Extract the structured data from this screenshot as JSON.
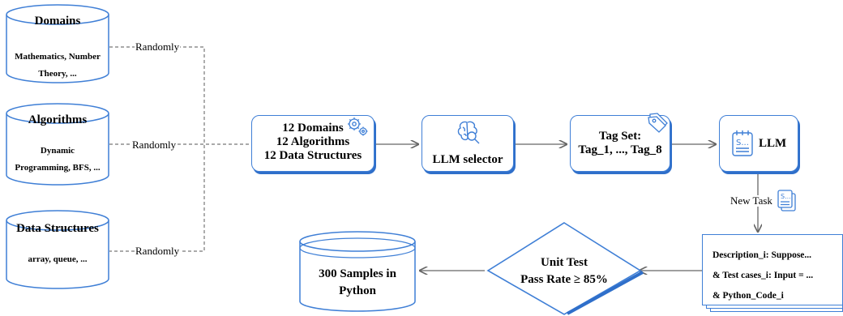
{
  "sources": [
    {
      "title": "Domains",
      "items": [
        "Mathematics, Number",
        "Theory, ..."
      ],
      "edge_label": "Randomly"
    },
    {
      "title": "Algorithms",
      "items": [
        "Dynamic",
        "Programming,  BFS, ..."
      ],
      "edge_label": "Randomly"
    },
    {
      "title": "Data Structures",
      "items": [
        "array, queue, ..."
      ],
      "edge_label": "Randomly"
    }
  ],
  "selection_box": {
    "lines": [
      "12 Domains",
      "12 Algorithms",
      "12 Data Structures"
    ],
    "icon": "gears-icon"
  },
  "llm_selector": {
    "label": "LLM selector",
    "icon": "brain-search-icon"
  },
  "tag_set": {
    "lines": [
      "Tag Set:",
      "Tag_1, ..., Tag_8"
    ],
    "icon": "tags-icon"
  },
  "llm": {
    "label": "LLM",
    "icon": "notepad-icon"
  },
  "new_task": {
    "label": "New Task",
    "icon": "document-icon"
  },
  "task_doc": {
    "lines": [
      "Description_i: Suppose...",
      "& Test cases_i: Input = ...",
      "& Python_Code_i"
    ]
  },
  "unit_test": {
    "lines": [
      "Unit Test",
      "Pass Rate ≥ 85%"
    ]
  },
  "output": {
    "lines": [
      "300 Samples in",
      "Python"
    ]
  },
  "colors": {
    "accent": "#3f7fd6",
    "shadow": "#2f6fca",
    "line": "#666666",
    "dashed": "#777777"
  }
}
